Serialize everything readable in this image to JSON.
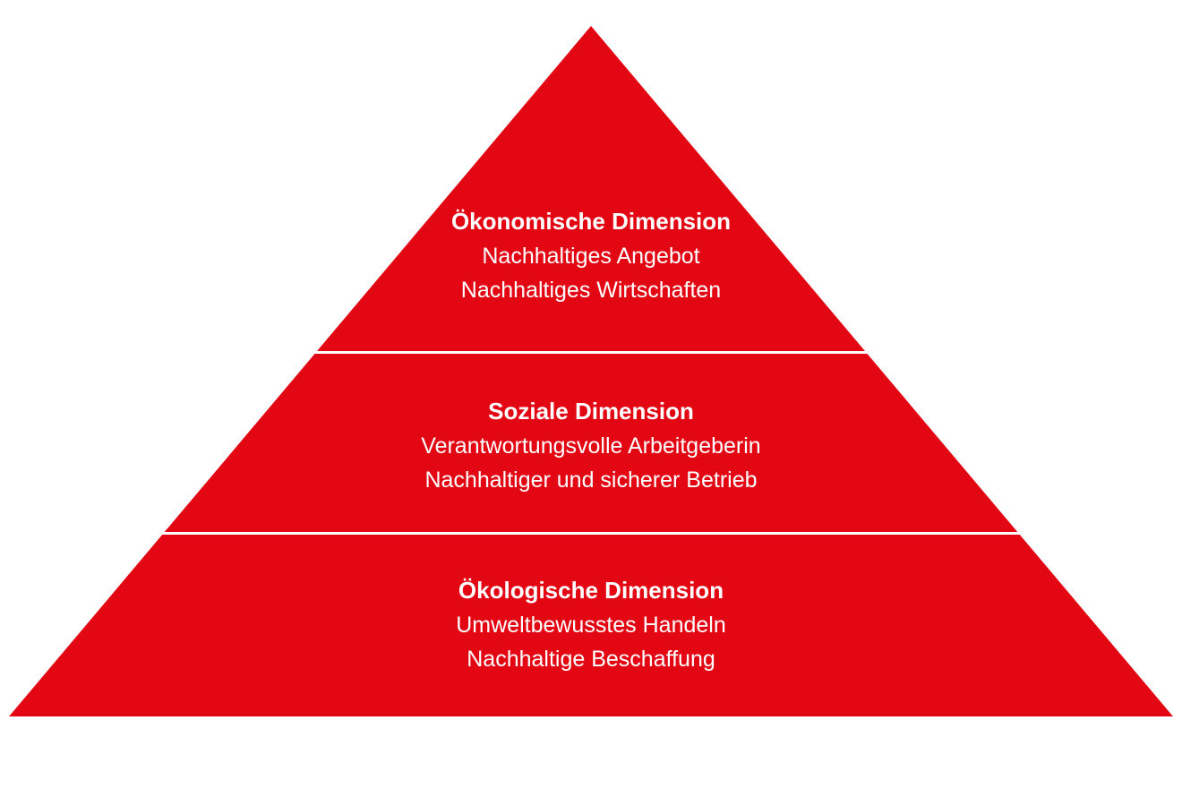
{
  "diagram": {
    "type": "pyramid",
    "tier_count": 3,
    "colors": {
      "tier_fill": "#E30613",
      "tier_text": "#FFFFFF",
      "divider": "#FFFFFF",
      "background": "#FFFFFF"
    },
    "tiers": [
      {
        "id": "oekonomische-dimension",
        "heading": "Ökonomische Dimension",
        "lines": [
          "Nachhaltiges Angebot",
          "Nachhaltiges Wirtschaften"
        ]
      },
      {
        "id": "soziale-dimension",
        "heading": "Soziale Dimension",
        "lines": [
          "Verantwortungsvolle Arbeitgeberin",
          "Nachhaltiger und sicherer Betrieb"
        ]
      },
      {
        "id": "oekologische-dimension",
        "heading": "Ökologische Dimension",
        "lines": [
          "Umweltbewusstes Handeln",
          "Nachhaltige Beschaffung"
        ]
      }
    ]
  }
}
